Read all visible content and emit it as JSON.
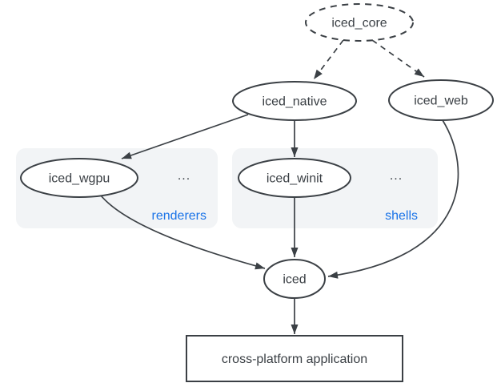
{
  "diagram": {
    "type": "dependency-graph",
    "nodes": {
      "iced_core": "iced_core",
      "iced_native": "iced_native",
      "iced_web": "iced_web",
      "iced_wgpu": "iced_wgpu",
      "iced_winit": "iced_winit",
      "iced": "iced",
      "application": "cross-platform application"
    },
    "groups": {
      "renderers": {
        "label": "renderers",
        "ellipsis": "..."
      },
      "shells": {
        "label": "shells",
        "ellipsis": "..."
      }
    },
    "edges": [
      {
        "from": "iced_core",
        "to": "iced_native",
        "style": "dashed"
      },
      {
        "from": "iced_core",
        "to": "iced_web",
        "style": "dashed"
      },
      {
        "from": "iced_native",
        "to": "iced_wgpu",
        "style": "solid"
      },
      {
        "from": "iced_native",
        "to": "iced_winit",
        "style": "solid"
      },
      {
        "from": "iced_wgpu",
        "to": "iced",
        "style": "solid"
      },
      {
        "from": "iced_winit",
        "to": "iced",
        "style": "solid"
      },
      {
        "from": "iced_web",
        "to": "iced",
        "style": "solid"
      },
      {
        "from": "iced",
        "to": "cross-platform application",
        "style": "solid"
      }
    ],
    "colors": {
      "stroke": "#3b4045",
      "text": "#3a3f44",
      "group_background": "#f2f4f6",
      "group_label": "#1a73e8",
      "canvas": "#ffffff"
    }
  }
}
